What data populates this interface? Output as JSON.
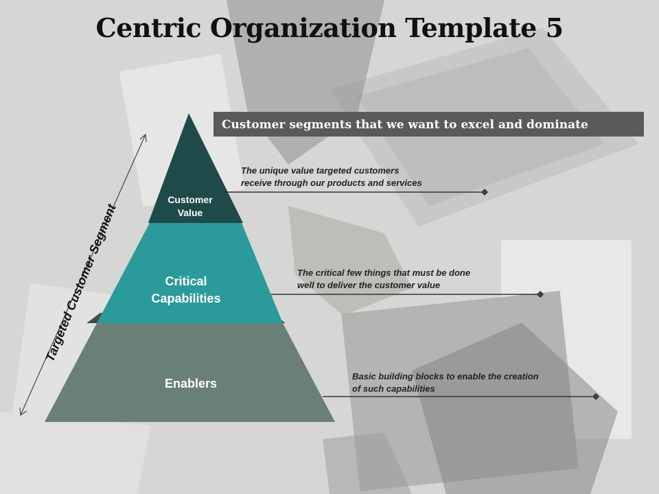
{
  "title": "Centric Organization Template 5",
  "banner": "Customer segments that we want to excel and dominate",
  "axis_label": "Targeted Customer Segment",
  "tiers": {
    "top": {
      "line1": "Customer",
      "line2": "Value"
    },
    "middle": {
      "line1": "Critical",
      "line2": "Capabilities"
    },
    "bottom": {
      "line1": "Enablers"
    }
  },
  "descriptions": {
    "top": {
      "line1": "The unique value targeted customers",
      "line2": "receive through our products and services"
    },
    "middle": {
      "line1": "The critical few things that must be done",
      "line2": "well to deliver the customer value"
    },
    "bottom": {
      "line1": "Basic building blocks to enable the creation",
      "line2": "of such capabilities"
    }
  },
  "colors": {
    "top_tier": "#1f4a4a",
    "middle_tier": "#2a9a9a",
    "bottom_tier": "#6a7f76",
    "banner": "#5a5a5a"
  }
}
